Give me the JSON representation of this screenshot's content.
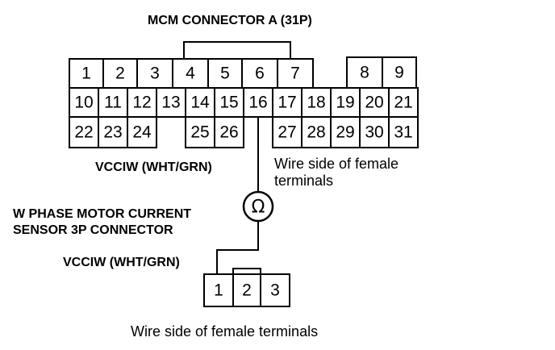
{
  "connector_a": {
    "title": "MCM CONNECTOR A (31P)",
    "caption": "Wire side of female terminals",
    "pins": [
      "1",
      "2",
      "3",
      "4",
      "5",
      "6",
      "7",
      "8",
      "9",
      "10",
      "11",
      "12",
      "13",
      "14",
      "15",
      "16",
      "17",
      "18",
      "19",
      "20",
      "21",
      "22",
      "23",
      "24",
      "25",
      "26",
      "27",
      "28",
      "29",
      "30",
      "31"
    ]
  },
  "sensor": {
    "title_line1": "W PHASE MOTOR CURRENT",
    "title_line2": "SENSOR 3P CONNECTOR",
    "caption": "Wire side of female terminals",
    "pins": [
      "1",
      "2",
      "3"
    ]
  },
  "wire_label_top": "VCCIW (WHT/GRN)",
  "wire_label_bottom": "VCCIW (WHT/GRN)",
  "meter_symbol": "Ω",
  "caption_top_line1": "Wire side of female",
  "caption_top_line2": "terminals"
}
